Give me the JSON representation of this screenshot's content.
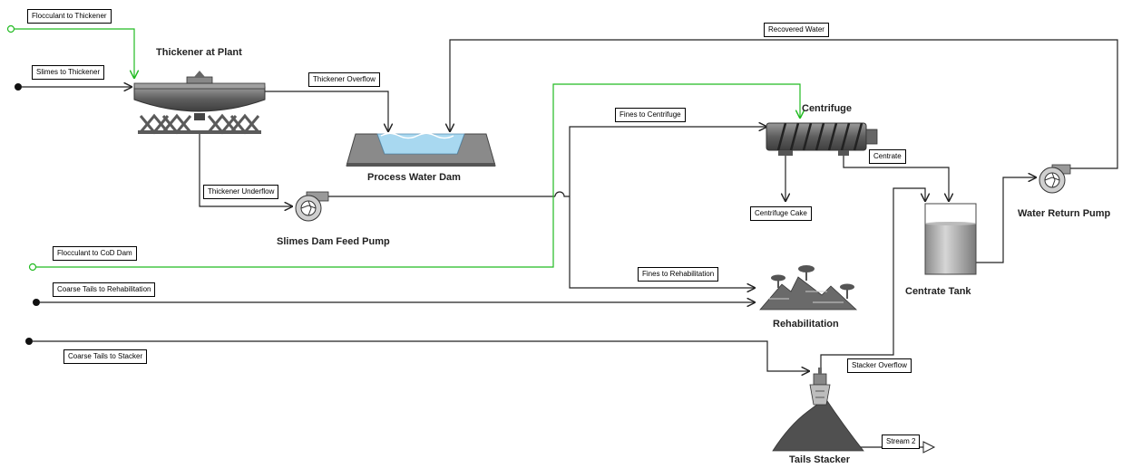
{
  "streams": {
    "flocculant_to_thickener": "Flocculant to Thickener",
    "slimes_to_thickener": "Slimes to Thickener",
    "thickener_overflow": "Thickener Overflow",
    "thickener_underflow": "Thickener Underflow",
    "recovered_water": "Recovered Water",
    "fines_to_centrifuge": "Fines to Centrifuge",
    "centrate": "Centrate",
    "centrifuge_cake": "Centrifuge Cake",
    "flocculant_to_cod_dam": "Flocculant to CoD Dam",
    "fines_to_rehabilitation": "Fines to Rehabilitation",
    "coarse_tails_to_rehabilitation": "Coarse Tails to Rehabilitation",
    "coarse_tails_to_stacker": "Coarse Tails to Stacker",
    "stacker_overflow": "Stacker Overflow",
    "stream_2": "Stream 2"
  },
  "units": {
    "thickener": "Thickener at Plant",
    "process_water_dam": "Process Water Dam",
    "slimes_dam_feed_pump": "Slimes Dam Feed Pump",
    "centrifuge": "Centrifuge",
    "centrate_tank": "Centrate Tank",
    "water_return_pump": "Water Return Pump",
    "rehabilitation": "Rehabilitation",
    "tails_stacker": "Tails Stacker"
  },
  "colors": {
    "process_line": "#222222",
    "flocculant_line": "#22bb22",
    "water": "#a8d8f0",
    "equipment": "#6e6e6e"
  }
}
